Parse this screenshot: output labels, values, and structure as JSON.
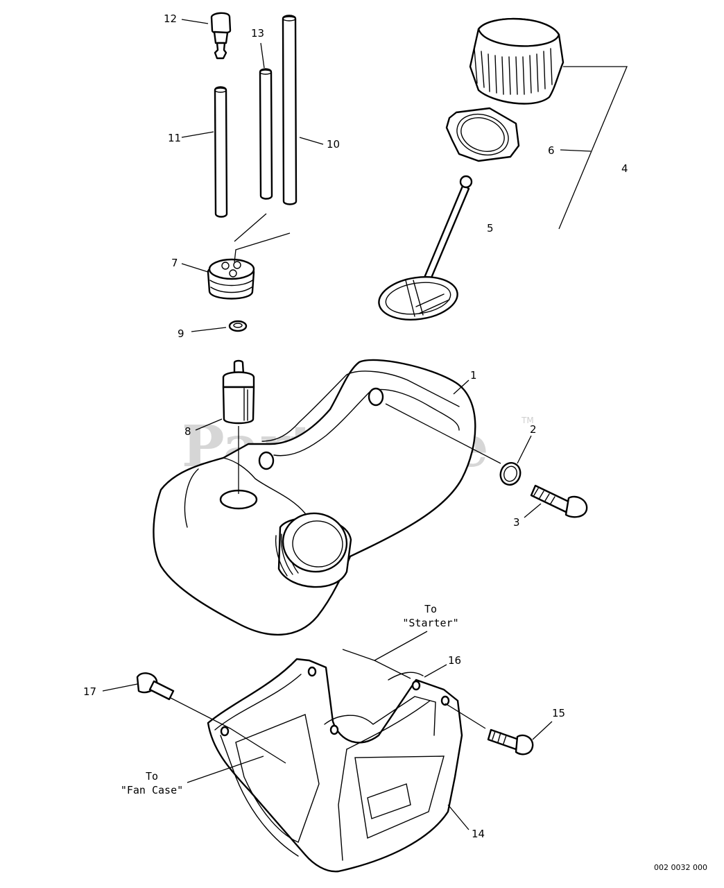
{
  "watermark": {
    "text": "PartsTree",
    "trademark": "TM"
  },
  "diagram_ref": "002 0032 000",
  "callouts": {
    "c1": "1",
    "c2": "2",
    "c3": "3",
    "c4": "4",
    "c5": "5",
    "c6": "6",
    "c7": "7",
    "c8": "8",
    "c9": "9",
    "c10": "10",
    "c11": "11",
    "c12": "12",
    "c13": "13",
    "c14": "14",
    "c15": "15",
    "c16": "16",
    "c17": "17"
  },
  "notes": {
    "starter": {
      "line1": "To",
      "line2": "\"Starter\""
    },
    "fan_case": {
      "line1": "To",
      "line2": "\"Fan Case\""
    }
  }
}
